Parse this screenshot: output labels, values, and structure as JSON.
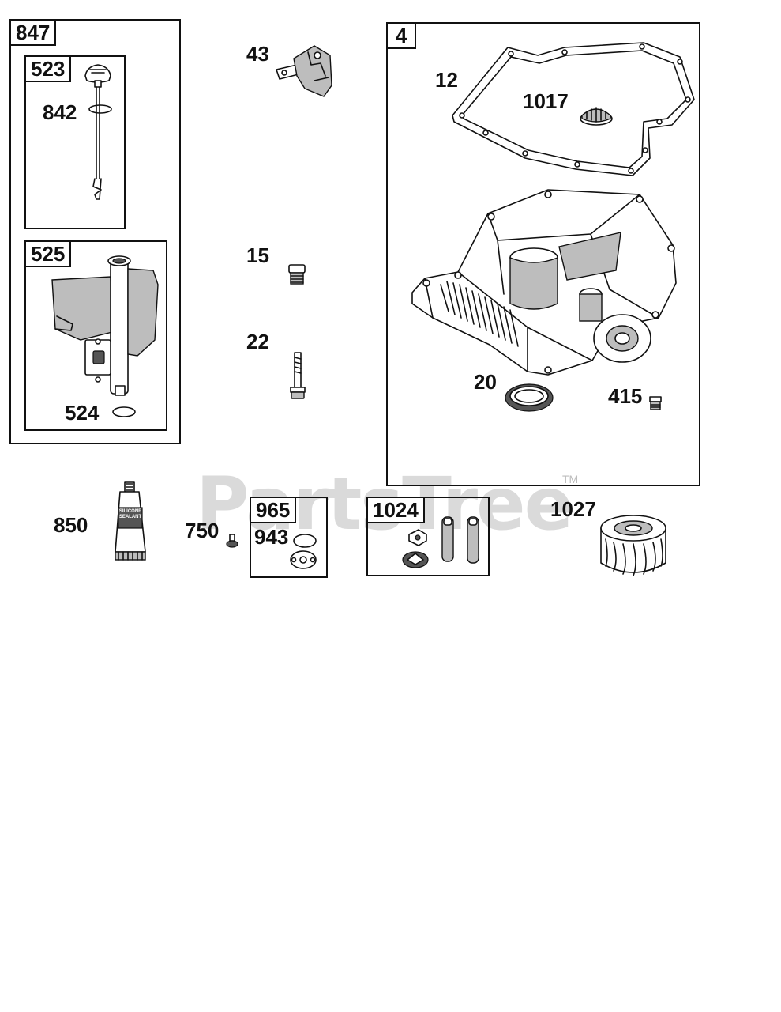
{
  "watermark": {
    "text": "PartsTree",
    "tm": "TM"
  },
  "groups": {
    "g847": "847",
    "g523": "523",
    "g525": "525",
    "g4": "4",
    "g965": "965",
    "g1024": "1024"
  },
  "callouts": {
    "c842": "842",
    "c524": "524",
    "c43": "43",
    "c15": "15",
    "c22": "22",
    "c12": "12",
    "c1017": "1017",
    "c20": "20",
    "c415": "415",
    "c850": "850",
    "c750": "750",
    "c943": "943",
    "c1027": "1027"
  },
  "sealant_label": "SILICONE SEALANT"
}
